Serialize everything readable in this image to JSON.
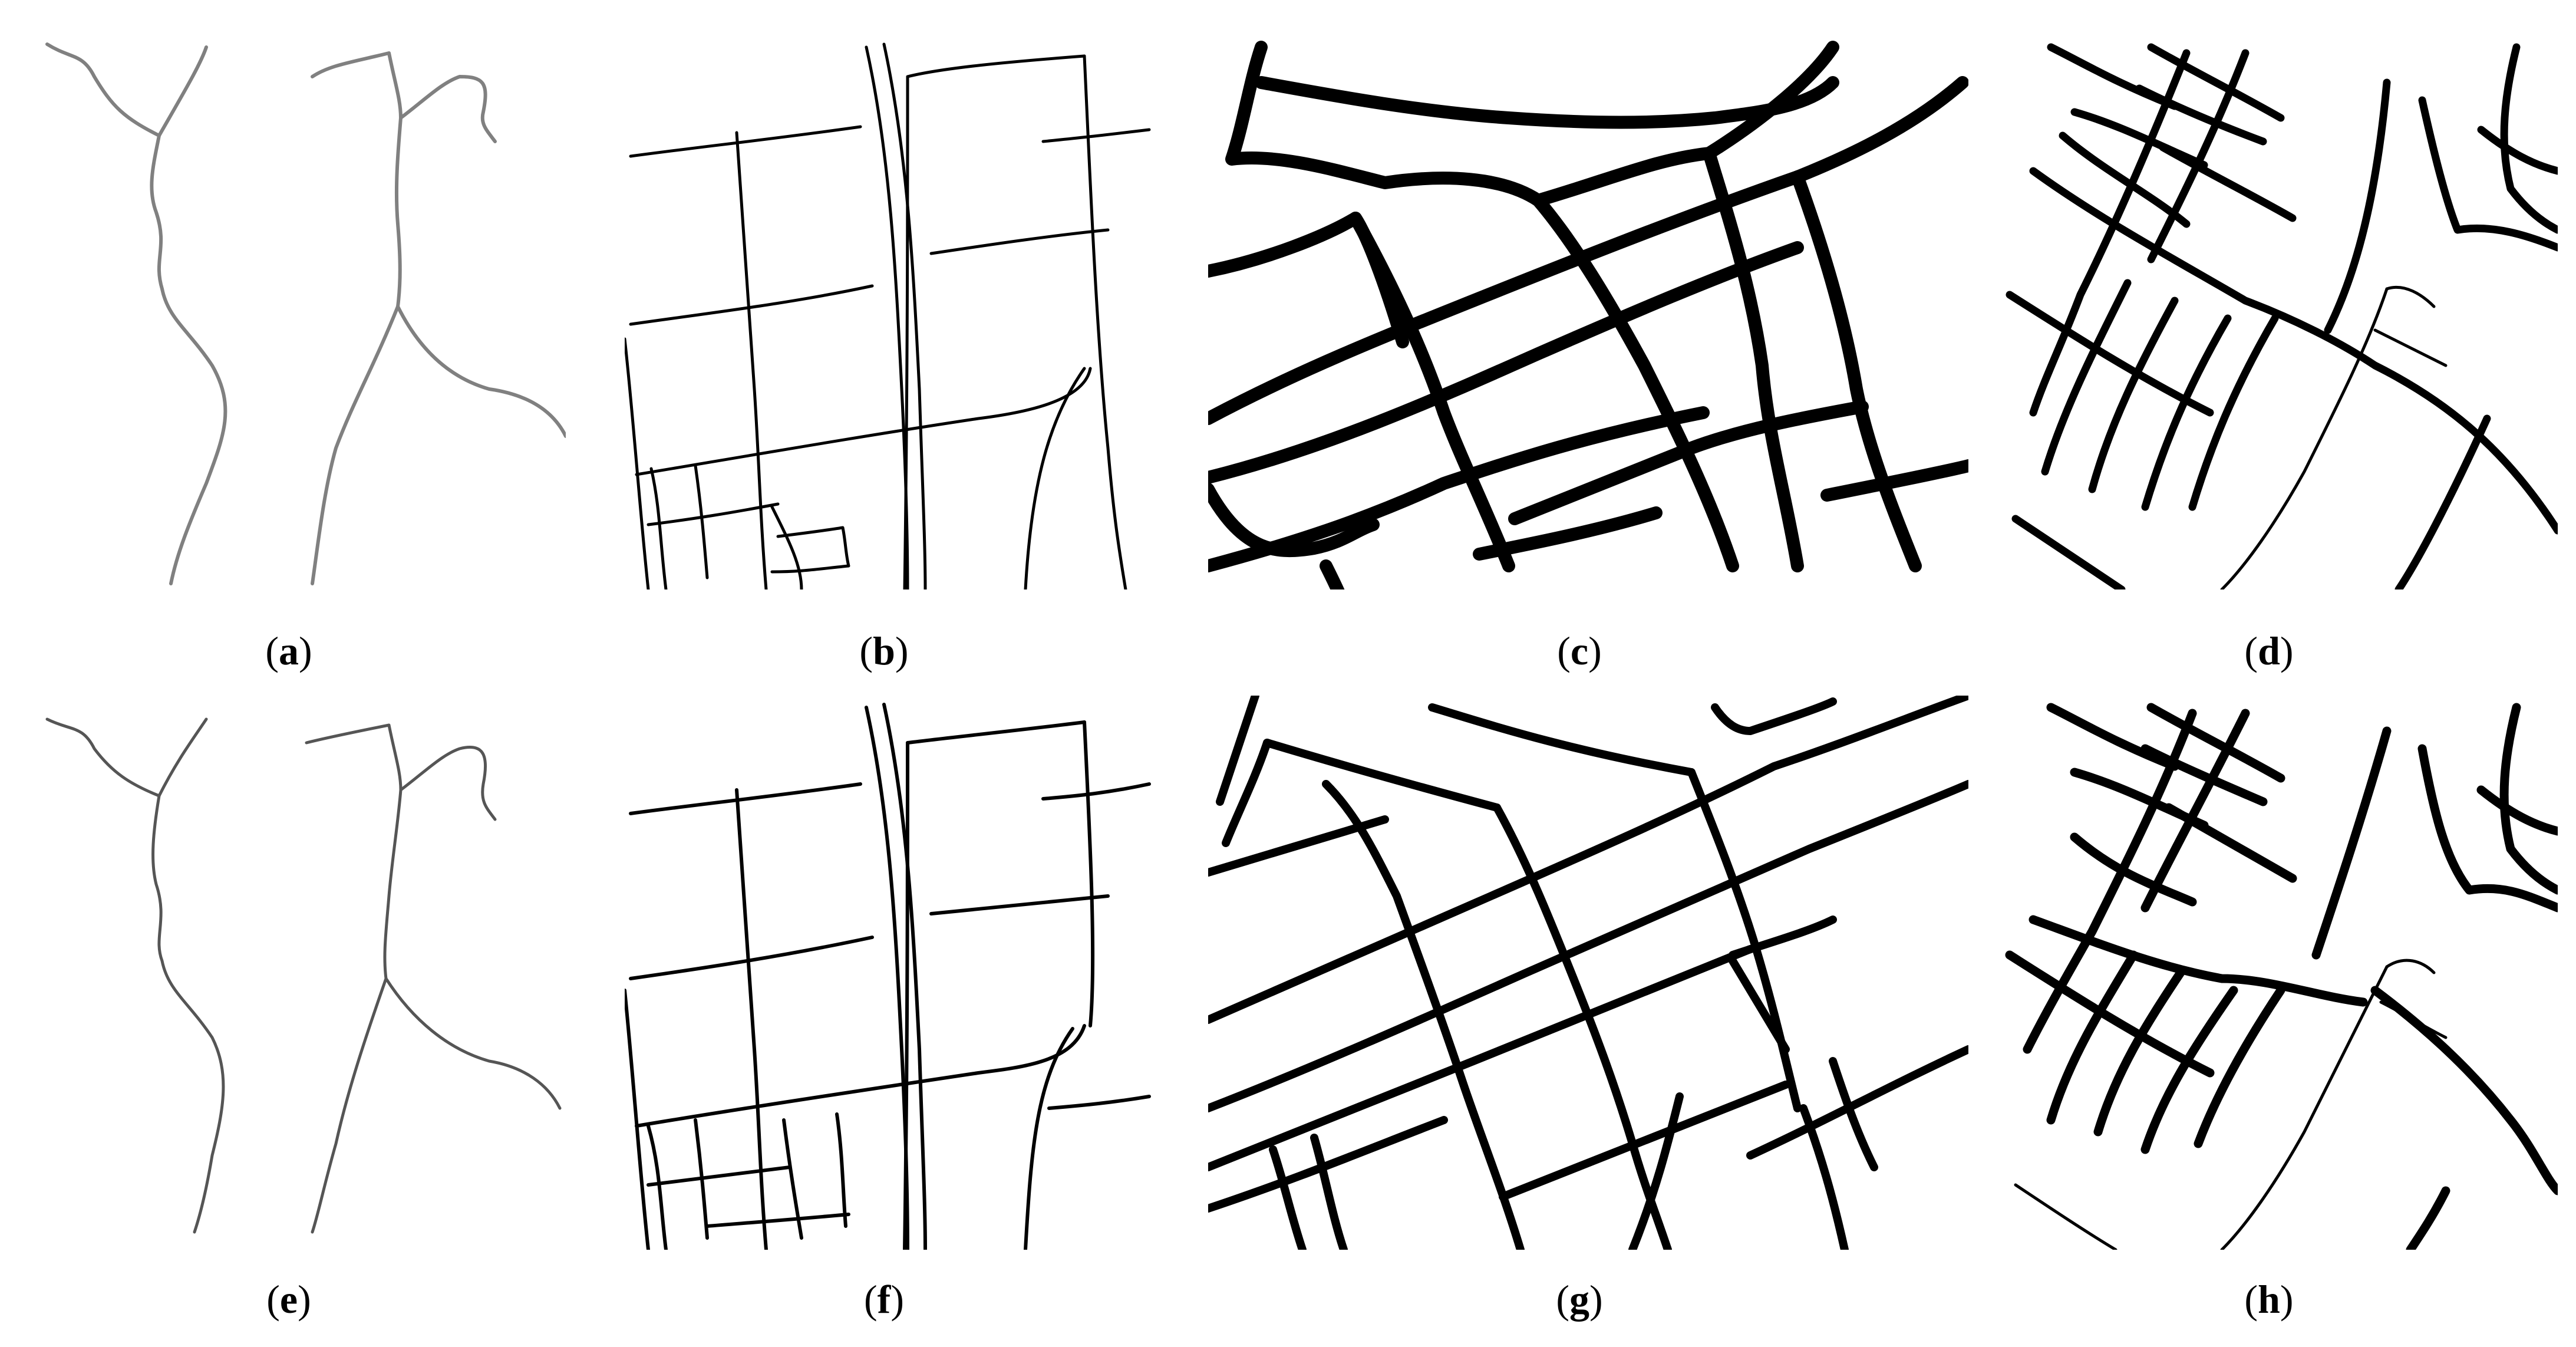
{
  "figure": {
    "panels": [
      {
        "id": "a",
        "label": "a",
        "style": "gray-thin"
      },
      {
        "id": "b",
        "label": "b",
        "style": "black-thin"
      },
      {
        "id": "c",
        "label": "c",
        "style": "black-thick-rough"
      },
      {
        "id": "d",
        "label": "d",
        "style": "black-medium"
      },
      {
        "id": "e",
        "label": "e",
        "style": "gray-thin"
      },
      {
        "id": "f",
        "label": "f",
        "style": "black-thin"
      },
      {
        "id": "g",
        "label": "g",
        "style": "black-thick"
      },
      {
        "id": "h",
        "label": "h",
        "style": "black-medium"
      }
    ]
  },
  "colors": {
    "background": "#ffffff",
    "road_gray": "#7a7a7a",
    "road_black": "#000000",
    "label_text": "#000000"
  }
}
